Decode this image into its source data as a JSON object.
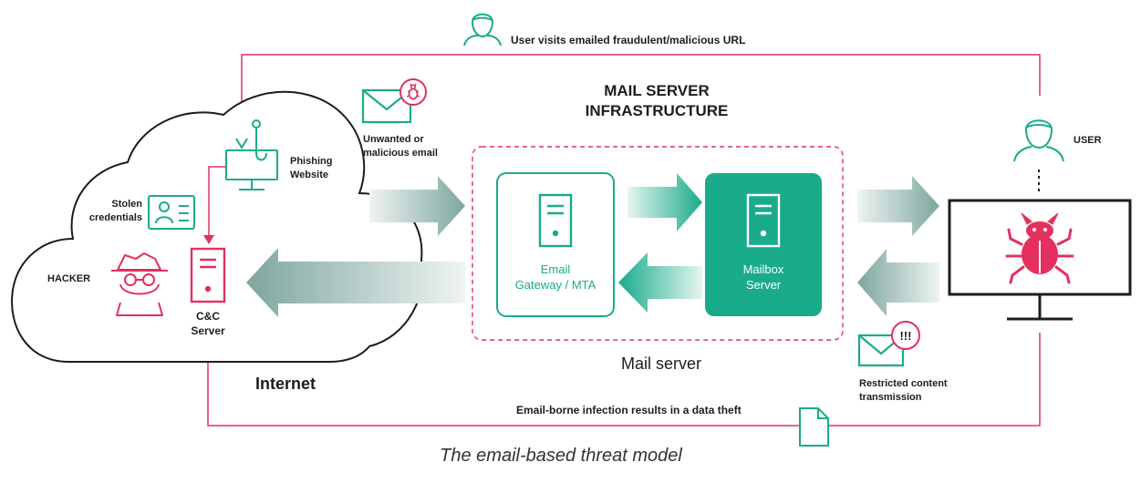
{
  "labels": {
    "user_visits": "User visits emailed fraudulent/malicious URL",
    "mail_infra_line1": "MAIL SERVER",
    "mail_infra_line2": "INFRASTRUCTURE",
    "unwanted_line1": "Unwanted or",
    "unwanted_line2": "malicious email",
    "phishing_line1": "Phishing",
    "phishing_line2": "Website",
    "stolen_line1": "Stolen",
    "stolen_line2": "credentials",
    "hacker": "HACKER",
    "cc_line1": "C&C",
    "cc_line2": "Server",
    "internet": "Internet",
    "gateway_line1": "Email",
    "gateway_line2": "Gateway / MTA",
    "mailbox_line1": "Mailbox",
    "mailbox_line2": "Server",
    "mail_server": "Mail server",
    "user": "USER",
    "restricted_line1": "Restricted content",
    "restricted_line2": "transmission",
    "data_theft": "Email-borne infection results in a data theft",
    "caption": "The email-based threat model",
    "alert_mark": "!!!"
  },
  "colors": {
    "teal": "#1aab8b",
    "red": "#e3305e",
    "dark": "#1d1d1b",
    "arrow_start": "#e9f1f0",
    "arrow_end": "#82a8a2"
  },
  "icons": [
    "user-icon",
    "envelope-bug-icon",
    "hook-monitor-icon",
    "id-card-icon",
    "spy-icon",
    "server-icon",
    "monitor-bug-icon",
    "envelope-alert-icon",
    "document-icon"
  ]
}
